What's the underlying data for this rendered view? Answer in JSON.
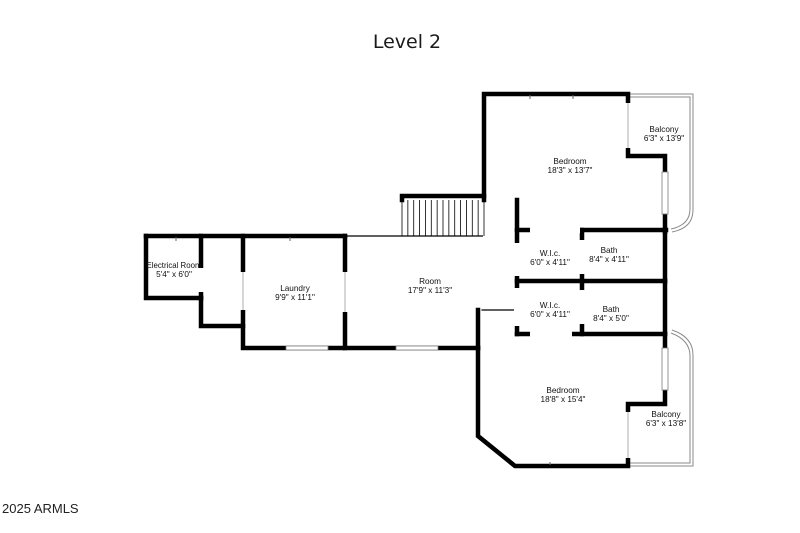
{
  "title": "Level 2",
  "copyright": "2025 ARMLS",
  "rooms": [
    {
      "name": "Bedroom",
      "dims": "18'3\" x 13'7\""
    },
    {
      "name": "Balcony",
      "dims": "6'3\" x 13'9\""
    },
    {
      "name": "W.I.c.",
      "dims": "6'0\" x 4'11\""
    },
    {
      "name": "Bath",
      "dims": "8'4\" x 4'11\""
    },
    {
      "name": "Electrical Room",
      "dims": "5'4\" x 6'0\""
    },
    {
      "name": "Laundry",
      "dims": "9'9\" x 11'1\""
    },
    {
      "name": "Room",
      "dims": "17'9\" x 11'3\""
    },
    {
      "name": "W.I.c.",
      "dims": "6'0\" x 4'11\""
    },
    {
      "name": "Bath",
      "dims": "8'4\" x 5'0\""
    },
    {
      "name": "Bedroom",
      "dims": "18'8\" x 15'4\""
    },
    {
      "name": "Balcony",
      "dims": "6'3\" x 13'8\""
    }
  ]
}
